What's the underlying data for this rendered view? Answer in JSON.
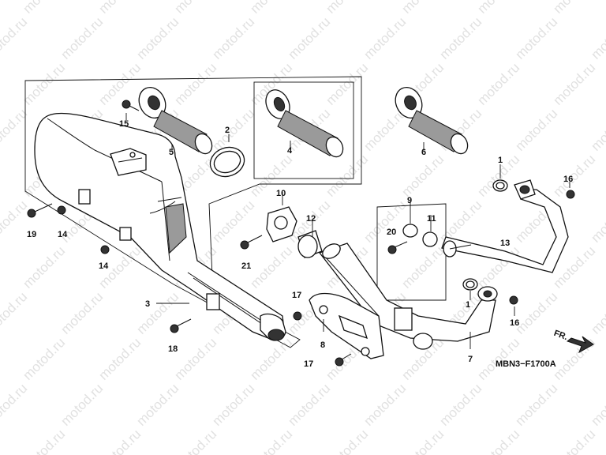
{
  "diagram": {
    "code": "MBN3−F1700A",
    "direction_label": "FR.",
    "watermark": "motod.ru",
    "callouts": [
      "1",
      "1",
      "2",
      "3",
      "4",
      "5",
      "6",
      "7",
      "8",
      "9",
      "10",
      "11",
      "12",
      "13",
      "14",
      "14",
      "15",
      "16",
      "16",
      "17",
      "17",
      "18",
      "19",
      "20",
      "21"
    ]
  }
}
